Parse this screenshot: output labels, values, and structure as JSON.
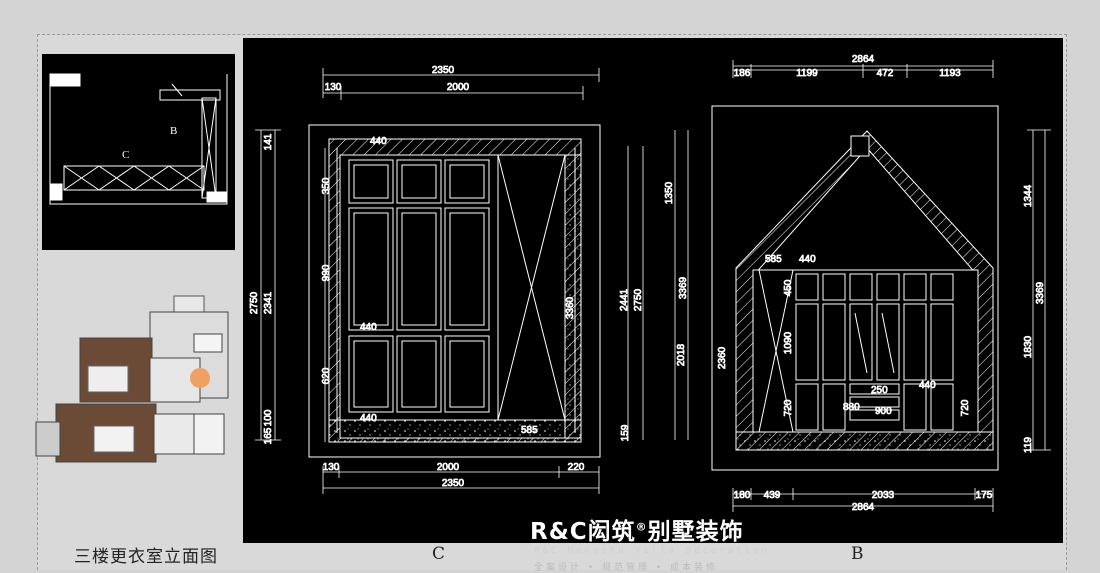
{
  "keyplan": {
    "label_b": "B",
    "label_c": "C"
  },
  "elevation_c": {
    "top_total": "2350",
    "top_130": "130",
    "top_2000": "2000",
    "bottom_130": "130",
    "bottom_2000": "2000",
    "bottom_220": "220",
    "bottom_total": "2350",
    "left_141": "141",
    "left_2750": "2750",
    "left_2341": "2341",
    "left_350": "350",
    "left_990": "990",
    "left_620": "620",
    "left_100": "100",
    "left_165": "165",
    "right_2441": "2441",
    "right_2750": "2750",
    "right_1350": "1350",
    "right_3369": "3369",
    "right_2018": "2018",
    "right_159": "159",
    "inner_440_top": "440",
    "inner_440_mid": "440",
    "inner_440_bot": "440",
    "inner_585": "585",
    "inner_3360": "3360"
  },
  "elevation_b": {
    "top_total": "2864",
    "top_186": "186",
    "top_1199": "1199",
    "top_472": "472",
    "top_1193": "1193",
    "bottom_180": "180",
    "bottom_439": "439",
    "bottom_2033": "2033",
    "bottom_175": "175",
    "bottom_total": "2864",
    "right_1344": "1344",
    "right_3369": "3369",
    "right_1830": "1830",
    "right_119": "119",
    "inner_585": "585",
    "inner_440": "440",
    "inner_450": "450",
    "inner_1090": "1090",
    "inner_2360": "2360",
    "inner_720a": "720",
    "inner_720b": "720",
    "inner_880": "880",
    "inner_900": "900",
    "inner_440b": "440",
    "inner_250": "250"
  },
  "captions": {
    "title": "三楼更衣室立面图",
    "c": "C",
    "b": "B"
  },
  "logo": {
    "main": "R&C闳筑",
    "reg": "®",
    "rest": "别墅装饰",
    "sub": "R&C Hongzhu Villa Decoration",
    "sub2": "全案设计 • 规范管理 • 成本装修"
  }
}
